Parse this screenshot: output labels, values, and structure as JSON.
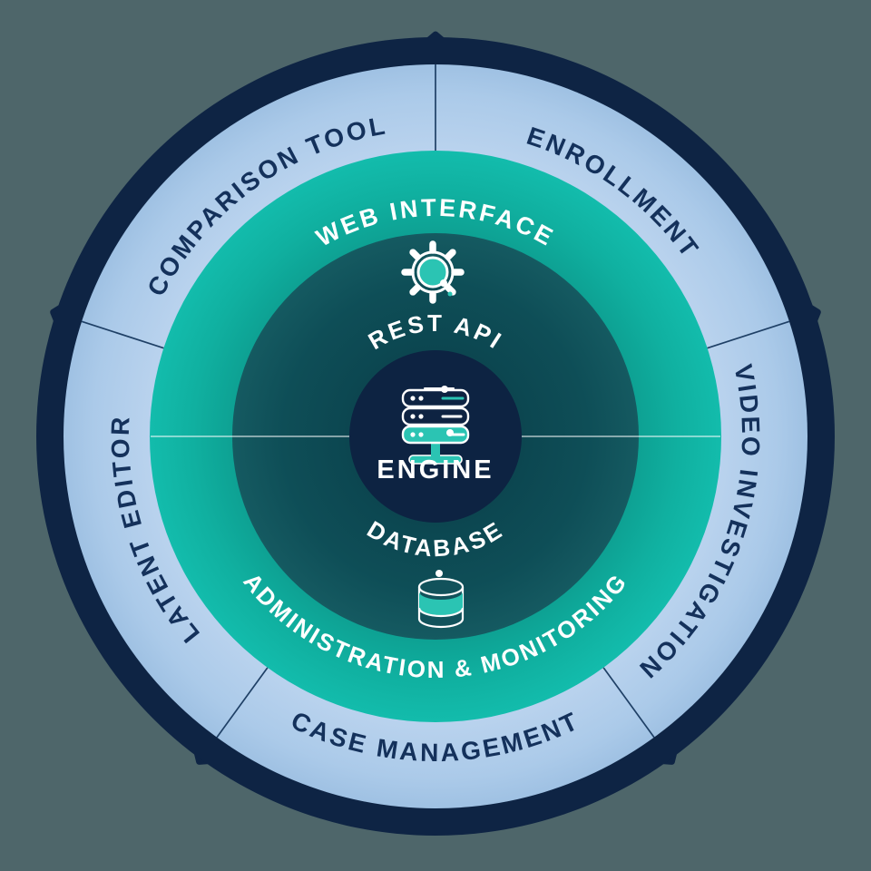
{
  "diagram": {
    "name": "platform-architecture-wheel",
    "background_color": "#4e666a",
    "palette": {
      "outer_ring_navy": "#0e2444",
      "applications_ring_blue": "#aecbe9",
      "interface_ring_teal": "#10b3a3",
      "core_ring_dark_teal": "#0e4e57",
      "engine_circle_navy": "#0d2342",
      "icon_accent_teal": "#2bc4b3",
      "outer_label_color": "#14315b",
      "inner_label_color": "#ffffff"
    },
    "outer_ring": {
      "segments": [
        {
          "label": "COMPARISON TOOL"
        },
        {
          "label": "ENROLLMENT"
        },
        {
          "label": "VIDEO INVESTIGATION"
        },
        {
          "label": "CASE MANAGEMENT"
        },
        {
          "label": "LATENT EDITOR"
        }
      ]
    },
    "middle_ring": {
      "top_label": "WEB INTERFACE",
      "bottom_label": "ADMINISTRATION & MONITORING"
    },
    "inner_ring": {
      "top_label": "REST API",
      "bottom_label": "DATABASE"
    },
    "center": {
      "label": "ENGINE"
    },
    "icons": {
      "top": "gear-icon",
      "middle": "server-stack-icon",
      "bottom": "database-icon"
    }
  }
}
